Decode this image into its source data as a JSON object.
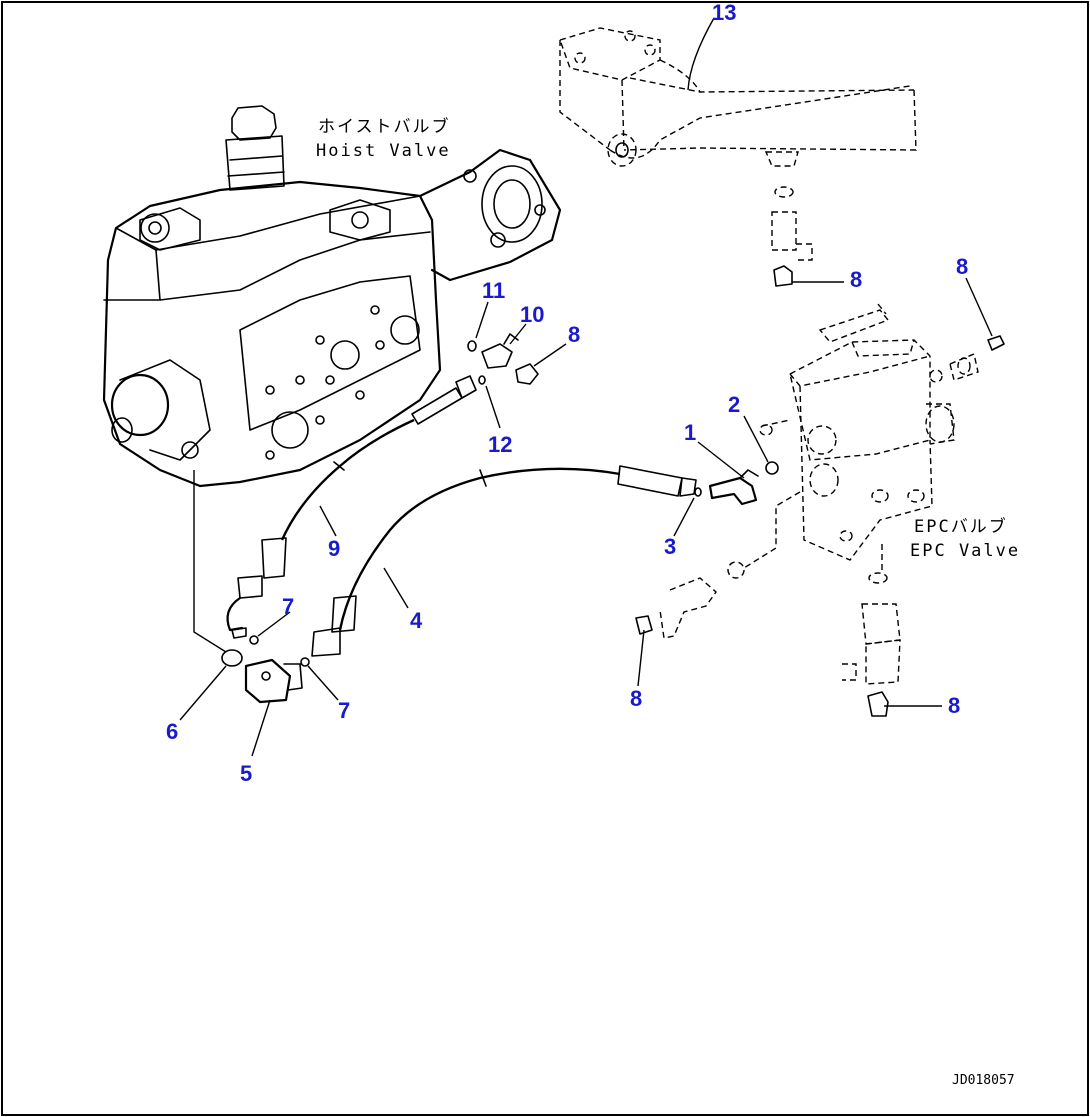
{
  "hoist_valve": {
    "label_jp": "ホイストバルブ",
    "label_en": "Hoist Valve"
  },
  "epc_valve": {
    "label_jp": "EPCバルブ",
    "label_en": "EPC Valve"
  },
  "callouts": {
    "c1": "1",
    "c2": "2",
    "c3": "3",
    "c4": "4",
    "c5": "5",
    "c6": "6",
    "c7a": "7",
    "c7b": "7",
    "c8a": "8",
    "c8b": "8",
    "c8c": "8",
    "c8d": "8",
    "c8e": "8",
    "c9": "9",
    "c10": "10",
    "c11": "11",
    "c12": "12",
    "c13": "13"
  },
  "drawing_code": "JD018057",
  "colors": {
    "callout": "#1a1acd",
    "line": "#000000"
  }
}
